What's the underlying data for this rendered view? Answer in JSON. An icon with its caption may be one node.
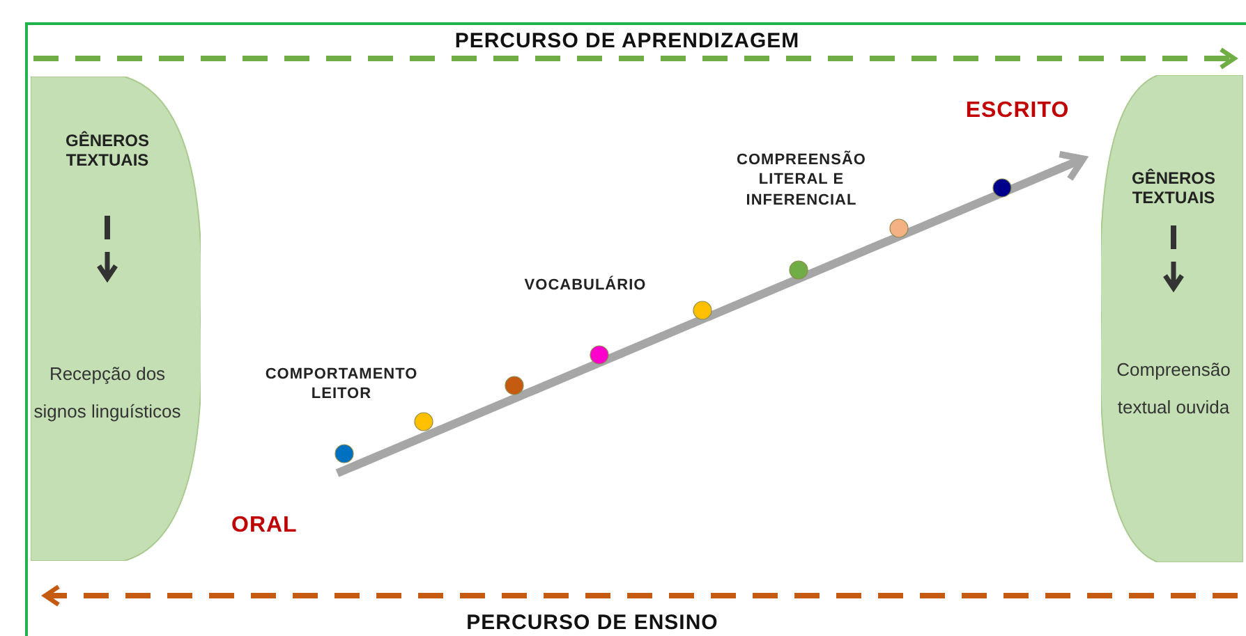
{
  "diagram": {
    "nodes": [
      {
        "text": [
          "GÊNEROS TEXTUAIS",
          "Recepção dos signos linguísticos"
        ]
      },
      {
        "text": [
          "GÊNEROS TEXTUAIS",
          "Compreensão textual ouvida"
        ]
      }
    ],
    "labels": [
      "PERCURSO DE APRENDIZAGEM",
      "ESCRITO",
      "COMPREENSÃO LITERAL E INFERENCIAL",
      "VOCABULÁRIO",
      "COMPORTAMENTO LEITOR",
      "ORAL",
      "PERCURSO DE ENSINO"
    ]
  }
}
